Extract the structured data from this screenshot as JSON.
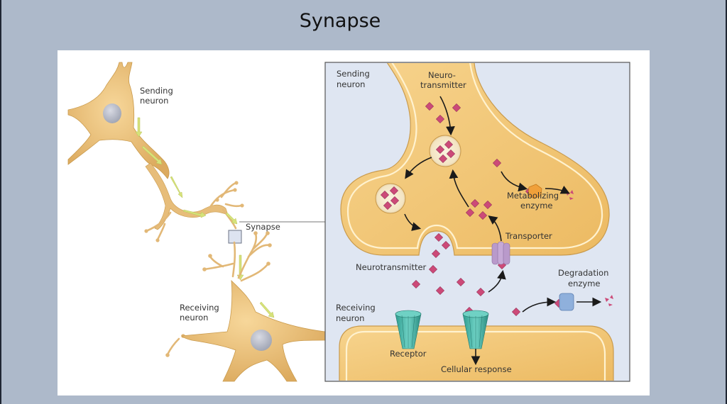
{
  "slide": {
    "title": "Synapse",
    "background_color": "#adb9ca"
  },
  "overview": {
    "sending_neuron_label": [
      "Sending",
      "neuron"
    ],
    "receiving_neuron_label": [
      "Receiving",
      "neuron"
    ],
    "synapse_label": "Synapse"
  },
  "inset": {
    "sending_neuron_label": [
      "Sending",
      "neuron"
    ],
    "receiving_neuron_label": [
      "Receiving",
      "neuron"
    ],
    "neurotransmitter_top_label": [
      "Neuro-",
      "transmitter"
    ],
    "neurotransmitter_cleft_label": "Neurotransmitter",
    "metabolizing_enzyme_label": [
      "Metabolizing",
      "enzyme"
    ],
    "transporter_label": "Transporter",
    "degradation_enzyme_label": [
      "Degradation",
      "enzyme"
    ],
    "receptor_label": "Receptor",
    "cellular_response_label": "Cellular response"
  },
  "colors": {
    "neuron_fill": "#f2c77a",
    "neuron_edge": "#c99a4c",
    "inset_background": "#dfe6f2",
    "neurotransmitter": "#cc4a78",
    "receptor": "#3fb3a6",
    "transporter": "#b99acb",
    "metabolizing_enzyme": "#f0a03a",
    "degradation_enzyme": "#8fb0dc",
    "flow_arrow": "#d6e27a"
  }
}
